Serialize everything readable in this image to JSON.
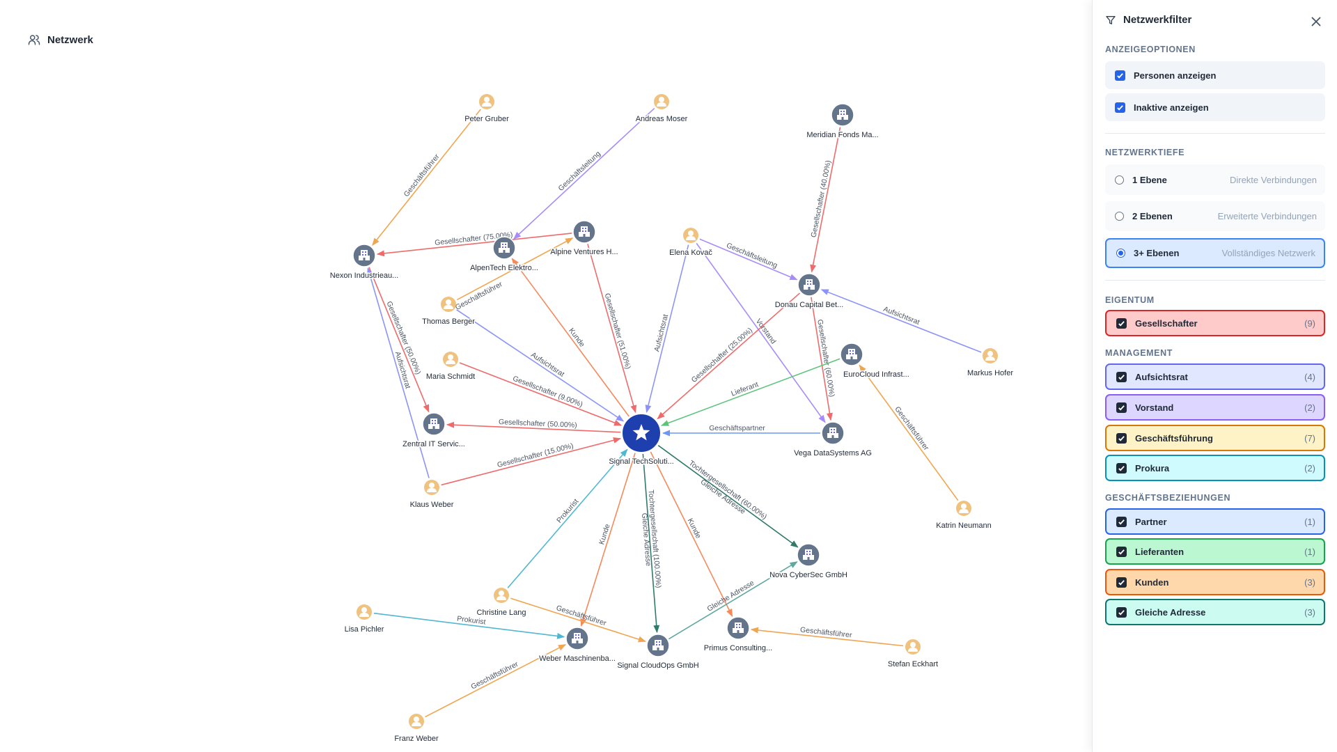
{
  "header": {
    "title": "Netzwerk",
    "icon": "users-icon"
  },
  "panel": {
    "title": "Netzwerkfilter",
    "display_section": "ANZEIGEOPTIONEN",
    "display_options": [
      {
        "label": "Personen anzeigen",
        "checked": true
      },
      {
        "label": "Inaktive anzeigen",
        "checked": true
      }
    ],
    "depth_section": "NETZWERKTIEFE",
    "depth_options": [
      {
        "label": "1 Ebene",
        "desc": "Direkte Verbindungen",
        "selected": false
      },
      {
        "label": "2 Ebenen",
        "desc": "Erweiterte Verbindungen",
        "selected": false
      },
      {
        "label": "3+ Ebenen",
        "desc": "Vollständiges Netzwerk",
        "selected": true
      }
    ],
    "groups": [
      {
        "title": "EIGENTUM",
        "items": [
          {
            "label": "Gesellschafter",
            "count": "(9)",
            "checked": true,
            "bg": "#fecaca",
            "border": "#dc2626"
          }
        ]
      },
      {
        "title": "MANAGEMENT",
        "items": [
          {
            "label": "Aufsichtsrat",
            "count": "(4)",
            "checked": true,
            "bg": "#e0e7ff",
            "border": "#6366f1"
          },
          {
            "label": "Vorstand",
            "count": "(2)",
            "checked": true,
            "bg": "#ddd6fe",
            "border": "#8b5cf6"
          },
          {
            "label": "Geschäftsführung",
            "count": "(7)",
            "checked": true,
            "bg": "#fef3c7",
            "border": "#d97706"
          },
          {
            "label": "Prokura",
            "count": "(2)",
            "checked": true,
            "bg": "#cffafe",
            "border": "#0891b2"
          }
        ]
      },
      {
        "title": "GESCHÄFTSBEZIEHUNGEN",
        "items": [
          {
            "label": "Partner",
            "count": "(1)",
            "checked": true,
            "bg": "#dbeafe",
            "border": "#2563eb"
          },
          {
            "label": "Lieferanten",
            "count": "(1)",
            "checked": true,
            "bg": "#bbf7d0",
            "border": "#16a34a"
          },
          {
            "label": "Kunden",
            "count": "(3)",
            "checked": true,
            "bg": "#fed7aa",
            "border": "#ea580c"
          },
          {
            "label": "Gleiche Adresse",
            "count": "(3)",
            "checked": true,
            "bg": "#ccfbf1",
            "border": "#0f766e"
          }
        ]
      }
    ]
  },
  "colors": {
    "company": "#64748b",
    "person": "#f0c27f",
    "center": "#1e40af",
    "gesellschafter": "#ef6b6b",
    "aufsichtsrat": "#8b93f8",
    "vorstand": "#a78bfa",
    "geschaeftsfuehrung": "#f0a550",
    "prokura": "#4fb8d0",
    "partner": "#6b96f5",
    "lieferant": "#5cc47a",
    "kunde": "#f5895a",
    "tochter": "#2f7a6a",
    "adresse": "#5fa8a0"
  },
  "nodes": [
    {
      "id": "signal",
      "label": "Signal TechSoluti...",
      "kind": "center"
    },
    {
      "id": "peter",
      "label": "Peter Gruber",
      "kind": "person"
    },
    {
      "id": "andreas",
      "label": "Andreas Moser",
      "kind": "person"
    },
    {
      "id": "meridian",
      "label": "Meridian Fonds Ma...",
      "kind": "company"
    },
    {
      "id": "nexon",
      "label": "Nexon Industrieau...",
      "kind": "company"
    },
    {
      "id": "alpentech",
      "label": "AlpenTech Elektro...",
      "kind": "company"
    },
    {
      "id": "alpine",
      "label": "Alpine Ventures H...",
      "kind": "company"
    },
    {
      "id": "elena",
      "label": "Elena Kovač",
      "kind": "person"
    },
    {
      "id": "donau",
      "label": "Donau Capital Bet...",
      "kind": "company"
    },
    {
      "id": "thomas",
      "label": "Thomas Berger",
      "kind": "person"
    },
    {
      "id": "maria",
      "label": "Maria Schmidt",
      "kind": "person"
    },
    {
      "id": "eurocloud",
      "label": "EuroCloud Infrast...",
      "kind": "company"
    },
    {
      "id": "markus",
      "label": "Markus Hofer",
      "kind": "person"
    },
    {
      "id": "zentral",
      "label": "Zentral IT Servic...",
      "kind": "company"
    },
    {
      "id": "vega",
      "label": "Vega DataSystems AG",
      "kind": "company"
    },
    {
      "id": "klaus",
      "label": "Klaus Weber",
      "kind": "person"
    },
    {
      "id": "katrin",
      "label": "Katrin Neumann",
      "kind": "person"
    },
    {
      "id": "nova",
      "label": "Nova CyberSec GmbH",
      "kind": "company"
    },
    {
      "id": "christine",
      "label": "Christine Lang",
      "kind": "person"
    },
    {
      "id": "lisa",
      "label": "Lisa Pichler",
      "kind": "person"
    },
    {
      "id": "webermasch",
      "label": "Weber Maschinenba...",
      "kind": "company"
    },
    {
      "id": "cloudops",
      "label": "Signal CloudOps GmbH",
      "kind": "company"
    },
    {
      "id": "primus",
      "label": "Primus Consulting...",
      "kind": "company"
    },
    {
      "id": "stefan",
      "label": "Stefan Eckhart",
      "kind": "person"
    },
    {
      "id": "franz",
      "label": "Franz Weber",
      "kind": "person"
    }
  ],
  "edges": [
    {
      "from": "peter",
      "to": "nexon",
      "label": "Geschäftsführer",
      "type": "geschaeftsfuehrung"
    },
    {
      "from": "andreas",
      "to": "alpentech",
      "label": "Geschäftsleitung",
      "type": "vorstand"
    },
    {
      "from": "meridian",
      "to": "donau",
      "label": "Gesellschafter (40.00%)",
      "type": "gesellschafter"
    },
    {
      "from": "alpine",
      "to": "nexon",
      "label": "Gesellschafter (75.00%)",
      "type": "gesellschafter"
    },
    {
      "from": "thomas",
      "to": "alpine",
      "label": "Geschäftsführer",
      "type": "geschaeftsfuehrung"
    },
    {
      "from": "thomas",
      "to": "signal",
      "label": "Aufsichtsrat",
      "type": "aufsichtsrat"
    },
    {
      "from": "nexon",
      "to": "zentral",
      "label": "Gesellschafter (50.00%)",
      "type": "gesellschafter"
    },
    {
      "from": "klaus",
      "to": "nexon",
      "label": "Aufsichtsrat",
      "type": "aufsichtsrat"
    },
    {
      "from": "maria",
      "to": "signal",
      "label": "Gesellschafter (9.00%)",
      "type": "gesellschafter"
    },
    {
      "from": "signal",
      "to": "zentral",
      "label": "Gesellschafter (50.00%)",
      "type": "gesellschafter"
    },
    {
      "from": "klaus",
      "to": "signal",
      "label": "Gesellschafter (15.00%)",
      "type": "gesellschafter"
    },
    {
      "from": "signal",
      "to": "alpentech",
      "label": "Kunde",
      "type": "kunde"
    },
    {
      "from": "alpine",
      "to": "signal",
      "label": "Gesellschafter (51.00%)",
      "type": "gesellschafter"
    },
    {
      "from": "elena",
      "to": "signal",
      "label": "Aufsichtsrat",
      "type": "aufsichtsrat"
    },
    {
      "from": "elena",
      "to": "donau",
      "label": "Geschäftsleitung",
      "type": "vorstand"
    },
    {
      "from": "elena",
      "to": "vega",
      "label": "Vorstand",
      "type": "vorstand"
    },
    {
      "from": "donau",
      "to": "signal",
      "label": "Gesellschafter (25.00%)",
      "type": "gesellschafter"
    },
    {
      "from": "donau",
      "to": "vega",
      "label": "Gesellschafter (60.00%)",
      "type": "gesellschafter"
    },
    {
      "from": "markus",
      "to": "donau",
      "label": "Aufsichtsrat",
      "type": "aufsichtsrat"
    },
    {
      "from": "eurocloud",
      "to": "signal",
      "label": "Lieferant",
      "type": "lieferant"
    },
    {
      "from": "vega",
      "to": "signal",
      "label": "Geschäftspartner",
      "type": "partner"
    },
    {
      "from": "katrin",
      "to": "eurocloud",
      "label": "Geschäftsführer",
      "type": "geschaeftsfuehrung"
    },
    {
      "from": "signal",
      "to": "nova",
      "label": "Tochtergesellschaft (60.00%)",
      "label2": "Gleiche Adresse",
      "type": "tochter"
    },
    {
      "from": "christine",
      "to": "signal",
      "label": "Prokurist",
      "type": "prokura"
    },
    {
      "from": "signal",
      "to": "webermasch",
      "label": "Kunde",
      "type": "kunde"
    },
    {
      "from": "signal",
      "to": "cloudops",
      "label": "Tochtergesellschaft (100.00%)",
      "label2": "Gleiche Adresse",
      "type": "tochter"
    },
    {
      "from": "signal",
      "to": "primus",
      "label": "Kunde",
      "type": "kunde"
    },
    {
      "from": "christine",
      "to": "cloudops",
      "label": "Geschäftsführer",
      "type": "geschaeftsfuehrung"
    },
    {
      "from": "lisa",
      "to": "webermasch",
      "label": "Prokurist",
      "type": "prokura"
    },
    {
      "from": "cloudops",
      "to": "nova",
      "label": "Gleiche Adresse",
      "type": "adresse"
    },
    {
      "from": "stefan",
      "to": "primus",
      "label": "Geschäftsführer",
      "type": "geschaeftsfuehrung"
    },
    {
      "from": "franz",
      "to": "webermasch",
      "label": "Geschäftsführer",
      "type": "geschaeftsfuehrung"
    }
  ]
}
